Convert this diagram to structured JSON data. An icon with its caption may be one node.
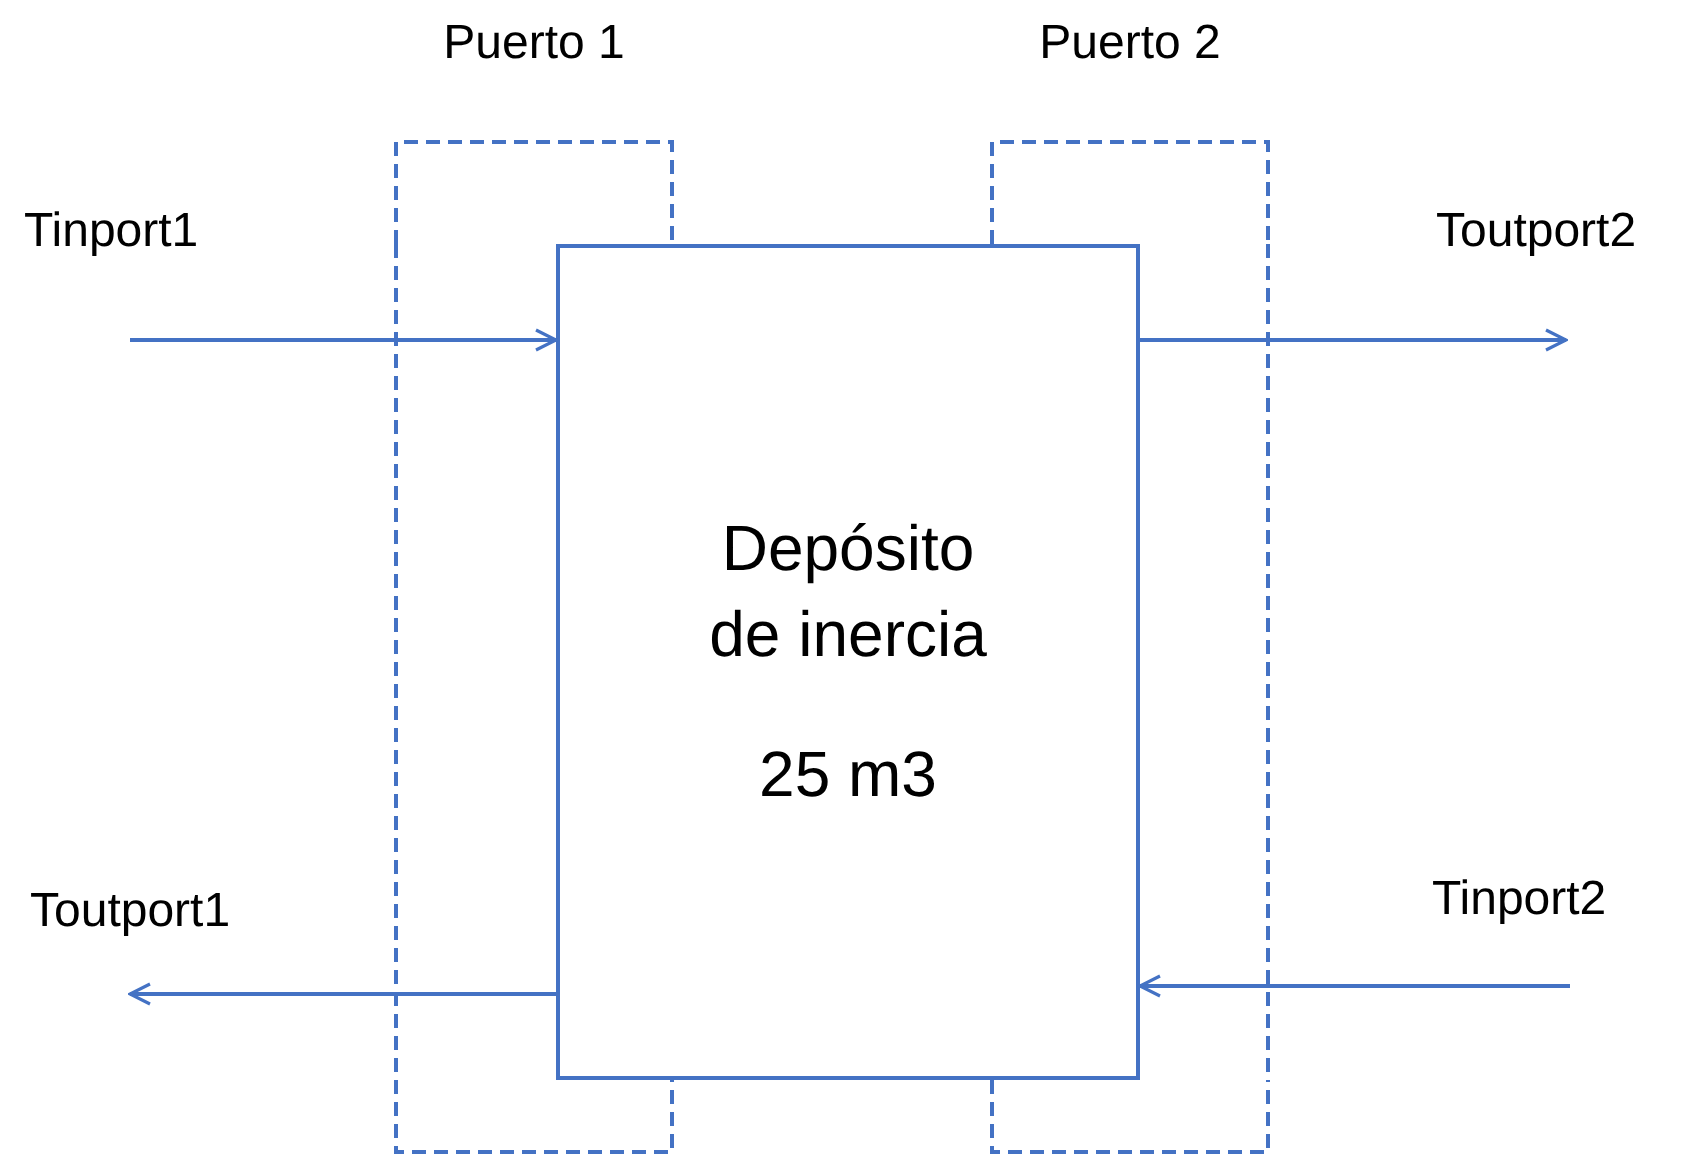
{
  "diagram": {
    "nodes": [
      {
        "text": [
          "Puerto 1"
        ]
      },
      {
        "text": [
          "Puerto 2"
        ]
      },
      {
        "text": [
          "Depósito de inercia",
          "25 m3"
        ]
      }
    ],
    "edges": [
      {
        "from": null,
        "to": 2,
        "arrow": "to",
        "label": "Tinport1"
      },
      {
        "from": 2,
        "to": null,
        "arrow": "to",
        "label": "Toutport2"
      },
      {
        "from": 2,
        "to": null,
        "arrow": "to",
        "label": "Toutport1"
      },
      {
        "from": null,
        "to": 2,
        "arrow": "to",
        "label": "Tinport2"
      }
    ]
  }
}
